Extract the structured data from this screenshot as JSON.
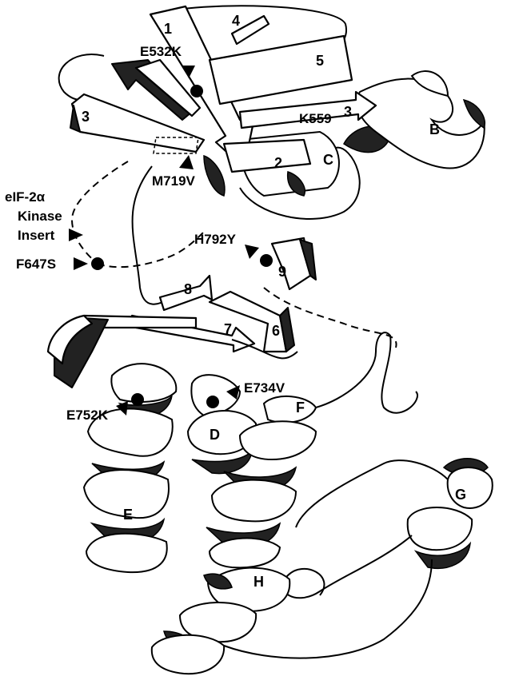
{
  "diagram": {
    "strand_labels": [
      "1",
      "2",
      "3",
      "3",
      "4",
      "5",
      "6",
      "7",
      "8",
      "9"
    ],
    "helix_labels": [
      "B",
      "C",
      "D",
      "E",
      "F",
      "G",
      "H"
    ],
    "mutation_labels": {
      "e532k": "E532K",
      "k559": "K559",
      "m719v": "M719V",
      "f647s": "F647S",
      "h792y": "H792Y",
      "e734v": "E734V",
      "e752k": "E752K"
    },
    "insert_label": {
      "line1": "eIF-2α",
      "line2": "Kinase",
      "line3": "Insert"
    }
  }
}
